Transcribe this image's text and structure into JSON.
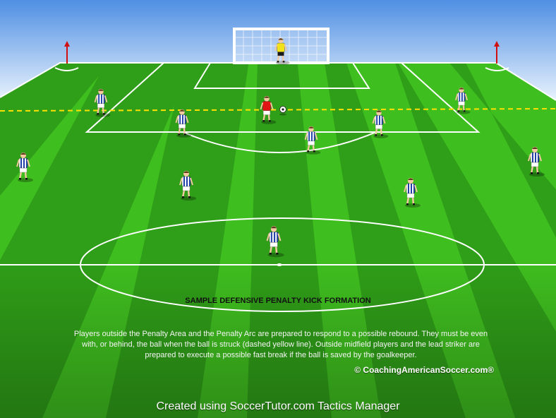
{
  "diagram": {
    "title": "SAMPLE DEFENSIVE PENALTY KICK FORMATION",
    "description": "Players outside the Penalty Area and the Penalty Arc are prepared to respond to a possible rebound. They must be even with, or behind, the ball when the ball is struck (dashed yellow line). Outside midfield players and the lead striker are prepared to execute a possible fast break if the ball is saved by the goalkeeper.",
    "copyright": "© CoachingAmericanSoccer.com®",
    "footer": "Created using SoccerTutor.com Tactics Manager"
  },
  "colors": {
    "sky_top": "#4f8fe3",
    "sky_bottom": "#e8f2fd",
    "pitch_light": "#3fbe1f",
    "pitch_dark": "#2f9e18",
    "line": "#ffffff",
    "dash_line": "#ffe100",
    "defender_shirt_stripe": "#1f3ea8",
    "attacker_shirt": "#e01414",
    "goalkeeper_shirt": "#f2e21a",
    "flag": "#d01010"
  }
}
